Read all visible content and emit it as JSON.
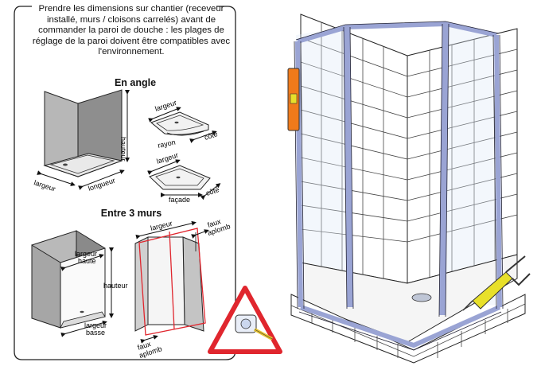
{
  "intro_text": "Prendre les dimensions sur chantier (receveur installé, murs / cloisons carrelés) avant de commander la paroi de douche : les plages de réglage de la paroi doivent être compatibles avec l'environnement.",
  "sections": {
    "angle": {
      "heading": "En angle",
      "labels": {
        "hauteur": "hauteur",
        "largeur": "largeur",
        "longueur": "longueur",
        "top_largeur": "largeur",
        "rayon": "rayon",
        "cote_1": "côté",
        "mid_largeur": "largeur",
        "facade": "façade",
        "cote_2": "côté"
      }
    },
    "trois_murs": {
      "heading": "Entre 3 murs",
      "labels": {
        "largeur_haute": "largeur haute",
        "hauteur": "hauteur",
        "largeur_basse": "largeur basse",
        "largeur": "largeur",
        "faux_aplomb_top": "faux aplomb",
        "faux_aplomb_bottom": "faux aplomb"
      }
    }
  },
  "colors": {
    "frame": "#9aa4d4",
    "wall_grey": "#9a9a9a",
    "accent_red": "#e0262e",
    "level_orange": "#f07a1a",
    "caulk_yellow": "#e8e02a"
  }
}
